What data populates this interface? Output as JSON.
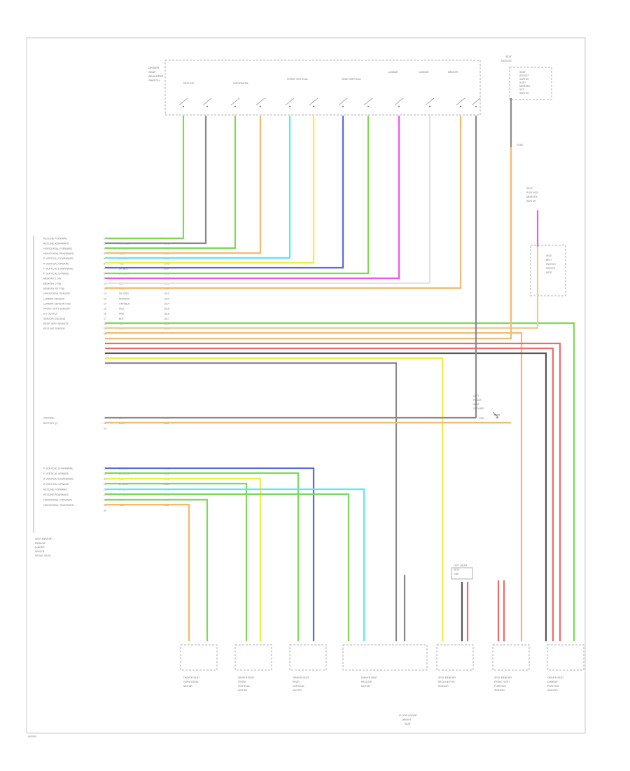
{
  "footer": {
    "code": "W/0000"
  },
  "switch_module": {
    "label": [
      "DRIVER",
      "SEAT",
      "ADJUSTER",
      "SWITCH"
    ],
    "groups": [
      "RECLINE",
      "HORIZONTAL",
      "FRONT VERTICAL",
      "REAR VERTICAL",
      "LUMBAR",
      "LUMBAR",
      "MEMORY"
    ]
  },
  "top_right_device": {
    "header": [
      "SEAT",
      "MODULE"
    ],
    "lines": [
      "SEAT",
      "ADJUST",
      "SWITCH",
      "ASSY",
      "MEMORY",
      "SET",
      "SWITCH"
    ]
  },
  "left_sw_label": [
    "SEAT",
    "POSITION",
    "MEMORY",
    "SWITCH"
  ],
  "right_side_label": [
    "SEAT",
    "BELT",
    "SWITCH",
    "DRIVER",
    "SIDE"
  ],
  "module_label": [
    "SEAT MEMORY",
    "MODULE",
    "(UNDER",
    "DRIVER",
    "FRONT SEAT)"
  ],
  "rows_top": [
    {
      "pin": "1",
      "label": "RECLINE FORWARD",
      "code": "GR/BLK",
      "circuit": "1001"
    },
    {
      "pin": "2",
      "label": "RECLINE REARWARD",
      "code": "GRY/BLK",
      "circuit": "1002"
    },
    {
      "pin": "3",
      "label": "HORIZONTAL FORWARD",
      "code": "LT GRN",
      "circuit": "1003"
    },
    {
      "pin": "4",
      "label": "HORIZONTAL REARWARD",
      "code": "TAN",
      "circuit": "1004"
    },
    {
      "pin": "5",
      "label": "R VERTICAL DOWNWARD",
      "code": "LT BLU",
      "circuit": "1005"
    },
    {
      "pin": "6",
      "label": "R VERTICAL UPWARD",
      "code": "YEL",
      "circuit": "1006"
    },
    {
      "pin": "7",
      "label": "F VERTICAL DOWNWARD",
      "code": "DK BLU",
      "circuit": "1007"
    },
    {
      "pin": "8",
      "label": "F VERTICAL UPWARD",
      "code": "DK GRN",
      "circuit": "1008"
    },
    {
      "pin": "9",
      "label": "MEMORY 1 SW",
      "code": "PPL",
      "circuit": "1009"
    },
    {
      "pin": "10",
      "label": "MEMORY 2 SW",
      "code": "WHT",
      "circuit": "1010"
    },
    {
      "pin": "11",
      "label": "MEMORY SET SW",
      "code": "ORN",
      "circuit": "1011"
    },
    {
      "pin": "12",
      "label": "HORIZONTAL SENSOR",
      "code": "DK GRN",
      "circuit": "1012"
    },
    {
      "pin": "13",
      "label": "LUMBAR SENSOR",
      "code": "BRN/WHT",
      "circuit": "1013"
    },
    {
      "pin": "14",
      "label": "LUMBAR SENSOR GND",
      "code": "ORN/BLK",
      "circuit": "1014"
    },
    {
      "pin": "15",
      "label": "FRONT VERT SENSOR",
      "code": "RED",
      "circuit": "1015"
    },
    {
      "pin": "16",
      "label": "5 V OUTPUT",
      "code": "PNK",
      "circuit": "1016"
    },
    {
      "pin": "17",
      "label": "SENSOR GROUND",
      "code": "BLK",
      "circuit": "1017"
    },
    {
      "pin": "18",
      "label": "REAR VERT SENSOR",
      "code": "YEL",
      "circuit": "1018"
    },
    {
      "pin": "19",
      "label": "RECLINE SENSOR",
      "code": "GRY",
      "circuit": "1019"
    },
    {
      "pin": "20",
      "label": "",
      "code": "",
      "circuit": ""
    }
  ],
  "rows_mid": [
    {
      "pin": "21",
      "label": "GROUND",
      "code": "BLK",
      "circuit": "1050"
    },
    {
      "pin": "22",
      "label": "BATTERY (+)",
      "code": "ORN",
      "circuit": "1040"
    },
    {
      "pin": "23",
      "label": "",
      "code": "",
      "circuit": ""
    }
  ],
  "mid_ground": {
    "label": [
      "LEFT",
      "FRONT",
      "SEAT",
      "GROUND"
    ],
    "tag": "GND"
  },
  "fuse_tag": "FUSE",
  "rows_bot": [
    {
      "pin": "24",
      "label": "F VERTICAL DOWNWARD",
      "code": "DK BLU",
      "circuit": "1061"
    },
    {
      "pin": "25",
      "label": "F VERTICAL UPWARD",
      "code": "DK GRN",
      "circuit": "1062"
    },
    {
      "pin": "26",
      "label": "R VERTICAL DOWNWARD",
      "code": "YEL",
      "circuit": "1063"
    },
    {
      "pin": "27",
      "label": "R VERTICAL UPWARD",
      "code": "LT GRN",
      "circuit": "1064"
    },
    {
      "pin": "28",
      "label": "RECLINE FORWARD",
      "code": "LT BLU",
      "circuit": "1065"
    },
    {
      "pin": "29",
      "label": "RECLINE REARWARD",
      "code": "LT GRN",
      "circuit": "1066"
    },
    {
      "pin": "30",
      "label": "HORIZONTAL FORWARD",
      "code": "GRN",
      "circuit": "1067"
    },
    {
      "pin": "31",
      "label": "HORIZONTAL REARWARD",
      "code": "TAN",
      "circuit": "1068"
    },
    {
      "pin": "32",
      "label": "",
      "code": "",
      "circuit": ""
    }
  ],
  "motors": [
    {
      "label": [
        "DRIVER SEAT",
        "HORIZONTAL",
        "MOTOR"
      ]
    },
    {
      "label": [
        "DRIVER SEAT",
        "FRONT",
        "VERTICAL",
        "MOTOR"
      ]
    },
    {
      "label": [
        "DRIVER SEAT",
        "REAR",
        "VERTICAL",
        "MOTOR"
      ]
    },
    {
      "label": [
        "DRIVER SEAT",
        "RECLINE",
        "MOTOR"
      ]
    },
    {
      "label": [
        "SEAT MEMORY",
        "RECLINE POS",
        "SENSOR"
      ]
    },
    {
      "label": [
        "SEAT MEMORY",
        "FRONT VERT",
        "POSITION",
        "SENSOR"
      ]
    },
    {
      "label": [
        "DRIVER SEAT",
        "LUMBAR",
        "POSITION",
        "SENSOR"
      ]
    }
  ],
  "bottom_label": [
    "FLOOR UNDER",
    "DRIVER",
    "SEAT"
  ],
  "small_box_label": [
    "LEFT REAR",
    "SEAT",
    "GND"
  ],
  "colors": {
    "green": "#7ed957",
    "gray": "#8a8a8a",
    "orange": "#f5b870",
    "cyan": "#5de8f5",
    "yellow": "#eeee44",
    "blue": "#5a6ae0",
    "magenta": "#ee55ee",
    "white": "#e4e4e4",
    "red": "#f06a6a",
    "black": "#555555",
    "tan": "#f2c890"
  }
}
